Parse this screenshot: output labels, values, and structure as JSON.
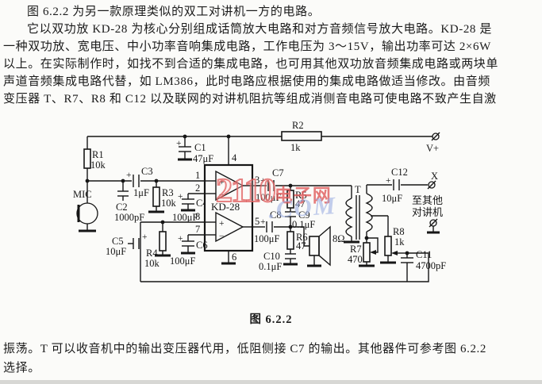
{
  "body": {
    "top": [
      {
        "text": "图 6.2.2 为另一款原理类似的双工对讲机一方的电路。"
      },
      {
        "text": "它以双功放 KD-28 为核心分别组成话筒放大电路和对方音频信号放大电路。KD-28 是"
      },
      {
        "text": "一种双功放、宽电压、中小功率音响集成电路，工作电压为 3～15V，输出功率可达 2×6W"
      },
      {
        "text": "以上。在实际制作时，如找不到合适的集成电路，也可用其他双功放音频集成电路或两块单"
      },
      {
        "text": "声道音频集成电路代替，如 LM386，此时电路应根据使用的集成电路做适当修改。由音频"
      },
      {
        "text": "变压器 T、R7、R8 和 C12 以及联网的对讲机阻抗等组成消侧音电路可使电路不致产生自激"
      }
    ],
    "bottom": [
      {
        "text": "振荡。T 可以收音机中的输出变压器代用，低阻侧接 C7 的输出。其他器件可参考图 6.2.2"
      },
      {
        "text": "选择。"
      }
    ]
  },
  "caption": "图 6.2.2",
  "watermark": {
    "red_number": "2110",
    "red_cjk": "电子网",
    "blue_script": ".COM",
    "red_color": "#e06060",
    "blue_color": "#9eb0e2"
  },
  "schematic": {
    "labels": {
      "plus": "+",
      "minus": "−",
      "r1": "R1",
      "r1v": "10k",
      "r2": "R2",
      "r2v": "1k",
      "r3": "R3",
      "r3v": "10k",
      "r4": "R4",
      "r4v": "10k",
      "r5": "R5",
      "r5v": "47",
      "r6": "R6",
      "r6v": "47",
      "r7": "R7",
      "r7v": "470",
      "r8": "R8",
      "r8v": "1k",
      "c1": "C1",
      "c1v": "47μF",
      "c2": "C2",
      "c2v": "1000pF",
      "c3": "C3",
      "c3v": "1μF",
      "c4": "C4",
      "c4v": "100μF",
      "c5": "C5",
      "c5v": "10μF",
      "c6": "C6",
      "c6v": "100μF",
      "c7": "C7",
      "c7v": "100μF",
      "c8": "C8",
      "c9": "C9",
      "c89v": "0.1μF",
      "cout2v": "100μF",
      "c10": "C10",
      "c10v": "0.1μF",
      "c11": "C11",
      "c11v": "4700pF",
      "c12": "C12",
      "c12v": "10μF",
      "ic": "KD-28",
      "p1": "1",
      "p2": "2",
      "p3": "3",
      "p4": "4",
      "p5": "5",
      "p6": "6",
      "p7": "7",
      "p8": "8",
      "mic": "MIC",
      "spk": "8Ω",
      "t": "T",
      "vplus": "V+",
      "x": "X",
      "dest1": "至其他",
      "dest2": "对讲机"
    }
  }
}
